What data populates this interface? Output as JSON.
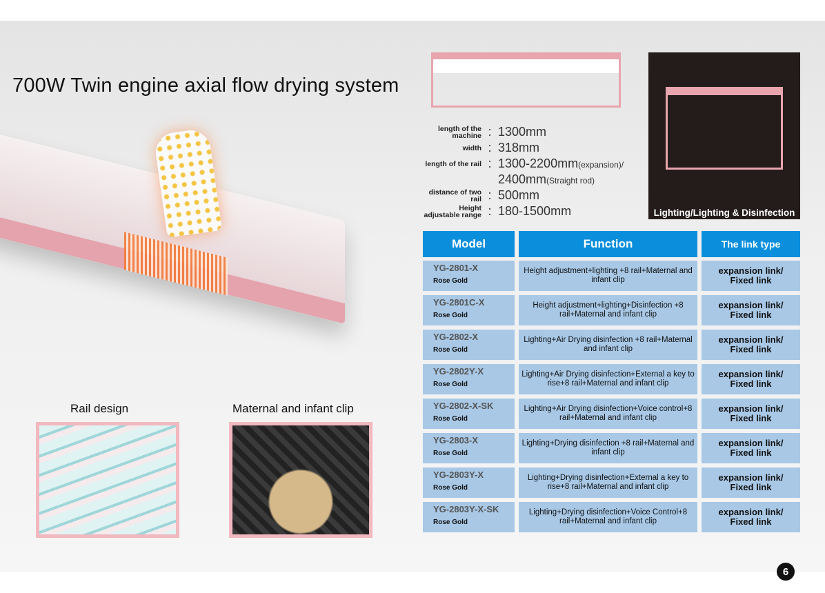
{
  "title": "700W Twin engine axial flow drying system",
  "rail_design": "Rail design",
  "maternal_clip": "Maternal and infant clip",
  "dark_caption": "Lighting/Lighting & Disinfection",
  "specs": [
    {
      "label": "length of the machine",
      "value": "1300mm"
    },
    {
      "label": "width",
      "value": "318mm"
    },
    {
      "label": "length of the rail",
      "value": "1300-2200mm",
      "note": "(expansion)/"
    },
    {
      "label": "",
      "value": "2400mm",
      "note": "(Straight rod)"
    },
    {
      "label": "distance of two rail",
      "value": "500mm"
    },
    {
      "label": "Height adjustable range",
      "value": "180-1500mm"
    }
  ],
  "table": {
    "headers": [
      "Model",
      "Function",
      "The link type"
    ],
    "rows": [
      {
        "model": "YG-2801-X",
        "color": "Rose Gold",
        "function": "Height adjustment+lighting +8 rail+Maternal and infant clip",
        "link1": "expansion link/",
        "link2": "Fixed link"
      },
      {
        "model": "YG-2801C-X",
        "color": "Rose Gold",
        "function": "Height adjustment+lighting+Disinfection +8 rail+Maternal and infant clip",
        "link1": "expansion link/",
        "link2": "Fixed link"
      },
      {
        "model": "YG-2802-X",
        "color": "Rose Gold",
        "function": "Lighting+Air Drying disinfection +8 rail+Maternal and infant clip",
        "link1": "expansion link/",
        "link2": "Fixed link"
      },
      {
        "model": "YG-2802Y-X",
        "color": "Rose Gold",
        "function": "Lighting+Air Drying disinfection+External a key to rise+8 rail+Maternal and infant clip",
        "link1": "expansion link/",
        "link2": "Fixed link"
      },
      {
        "model": "YG-2802-X-SK",
        "color": "Rose Gold",
        "function": "Lighting+Air Drying disinfection+Voice control+8 rail+Maternal and infant clip",
        "link1": "expansion link/",
        "link2": "Fixed link"
      },
      {
        "model": "YG-2803-X",
        "color": "Rose Gold",
        "function": "Lighting+Drying disinfection +8 rail+Maternal and infant clip",
        "link1": "expansion link/",
        "link2": "Fixed link"
      },
      {
        "model": "YG-2803Y-X",
        "color": "Rose Gold",
        "function": "Lighting+Drying disinfection+External a key to rise+8 rail+Maternal and infant clip",
        "link1": "expansion link/",
        "link2": "Fixed link"
      },
      {
        "model": "YG-2803Y-X-SK",
        "color": "Rose Gold",
        "function": "Lighting+Drying disinfection+Voice Control+8 rail+Maternal and infant clip",
        "link1": "expansion link/",
        "link2": "Fixed link"
      }
    ]
  },
  "page_number": "6"
}
